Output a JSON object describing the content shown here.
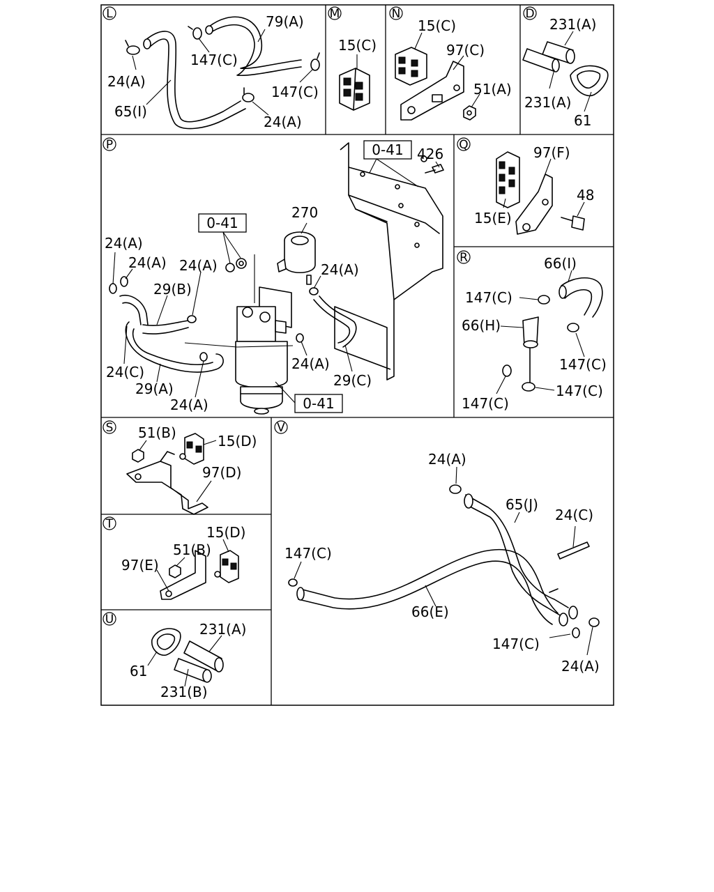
{
  "panels": {
    "L": {
      "id": "L",
      "labels": [
        "79(A)",
        "147(C)",
        "24(A)",
        "147(C)",
        "65(I)",
        "24(A)"
      ]
    },
    "M": {
      "id": "M",
      "labels": [
        "15(C)"
      ]
    },
    "N": {
      "id": "N",
      "labels": [
        "15(C)",
        "97(C)",
        "51(A)"
      ]
    },
    "D": {
      "id": "D",
      "labels": [
        "231(A)",
        "231(A)",
        "61"
      ]
    },
    "P": {
      "id": "P",
      "labels": [
        "0-41",
        "426",
        "270",
        "0-41",
        "24(A)",
        "24(A)",
        "24(A)",
        "24(A)",
        "29(B)",
        "24(C)",
        "29(A)",
        "24(A)",
        "24(A)",
        "29(C)",
        "0-41"
      ]
    },
    "Q": {
      "id": "Q",
      "labels": [
        "97(F)",
        "48",
        "15(E)"
      ]
    },
    "R": {
      "id": "R",
      "labels": [
        "66(I)",
        "147(C)",
        "66(H)",
        "147(C)",
        "147(C)",
        "147(C)"
      ]
    },
    "S": {
      "id": "S",
      "labels": [
        "51(B)",
        "15(D)",
        "97(D)"
      ]
    },
    "T": {
      "id": "T",
      "labels": [
        "15(D)",
        "51(B)",
        "97(E)"
      ]
    },
    "U": {
      "id": "U",
      "labels": [
        "231(A)",
        "61",
        "231(B)"
      ]
    },
    "V": {
      "id": "V",
      "labels": [
        "24(A)",
        "65(J)",
        "24(C)",
        "147(C)",
        "66(E)",
        "147(C)",
        "24(A)"
      ]
    }
  }
}
